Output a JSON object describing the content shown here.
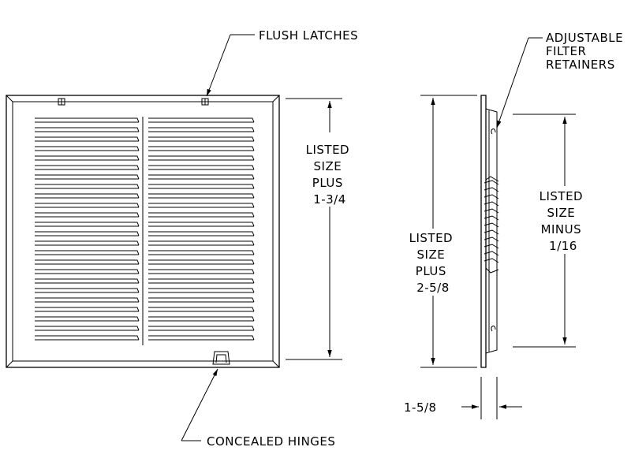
{
  "labels": {
    "flush_latches": "FLUSH LATCHES",
    "concealed_hinges": "CONCEALED HINGES",
    "filter_retainers": [
      "ADJUSTABLE",
      "FILTER",
      "RETAINERS"
    ],
    "front_height": [
      "LISTED",
      "SIZE",
      "PLUS",
      "1-3/4"
    ],
    "side_height": [
      "LISTED",
      "SIZE",
      "PLUS",
      "2-5/8"
    ],
    "filter_height": [
      "LISTED",
      "SIZE",
      "MINUS",
      "1/16"
    ],
    "depth": "1-5/8"
  }
}
